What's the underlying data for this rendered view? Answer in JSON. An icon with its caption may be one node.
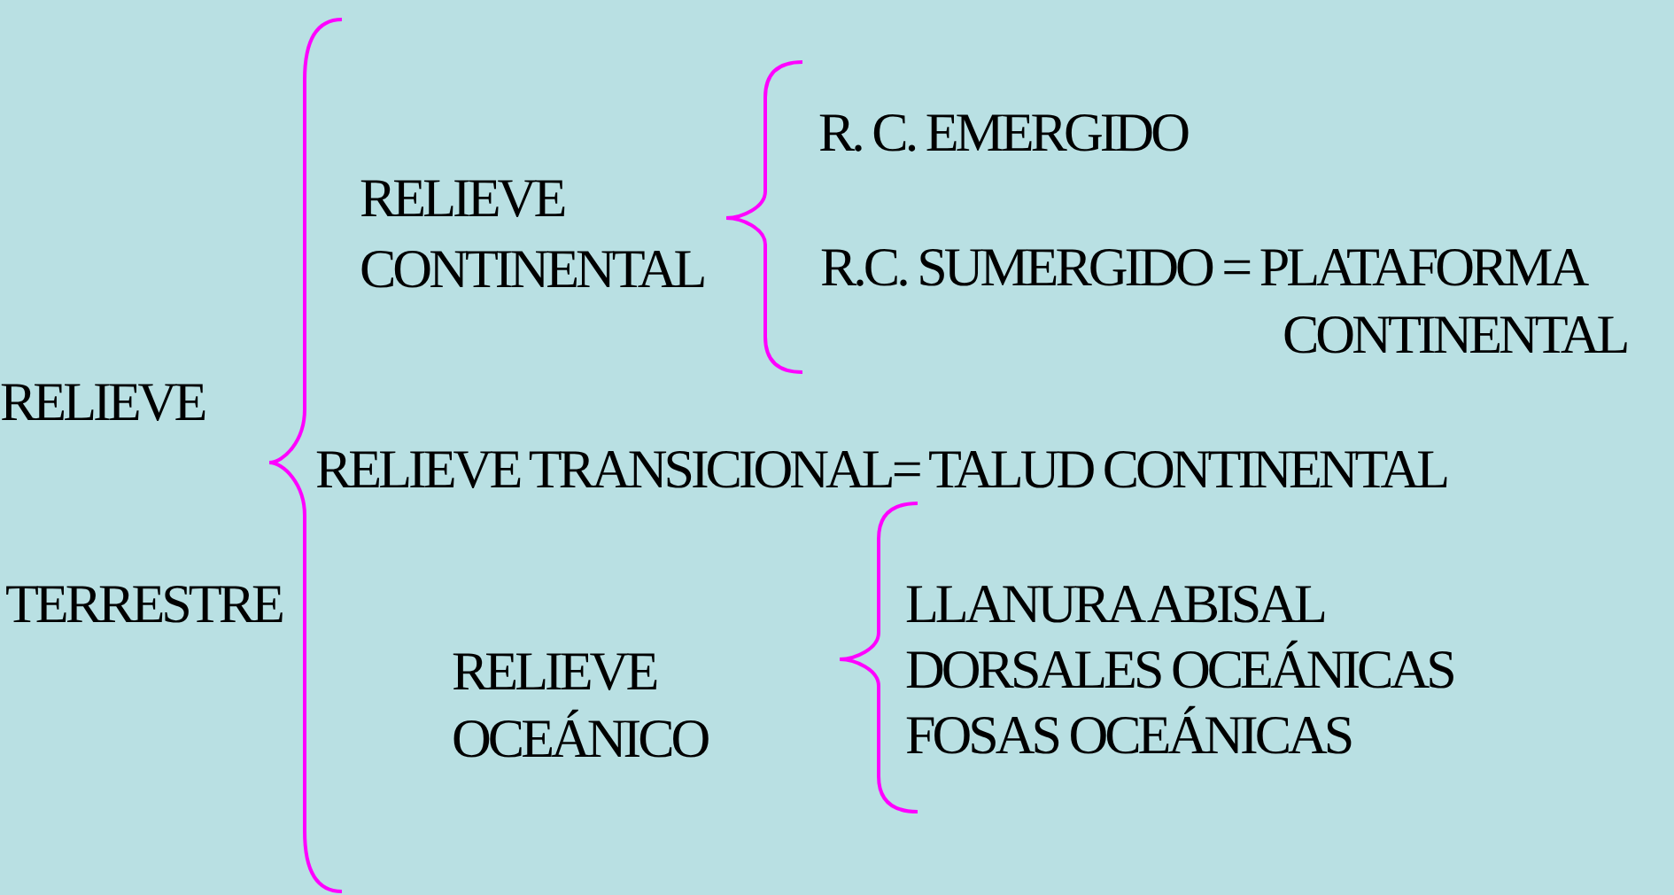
{
  "diagram": {
    "labels": [
      "RELIEVE",
      "TERRESTRE",
      "RELIEVE CONTINENTAL",
      "R. C. EMERGIDO",
      "R.C. SUMERGIDO = PLATAFORMA CONTINENTAL",
      "RELIEVE TRANSICIONAL= TALUD CONTINENTAL",
      "RELIEVE OCEÁNICO",
      "LLANURA ABISAL",
      "DORSALES OCEÁNICAS",
      "FOSAS OCEÁNICAS"
    ]
  }
}
